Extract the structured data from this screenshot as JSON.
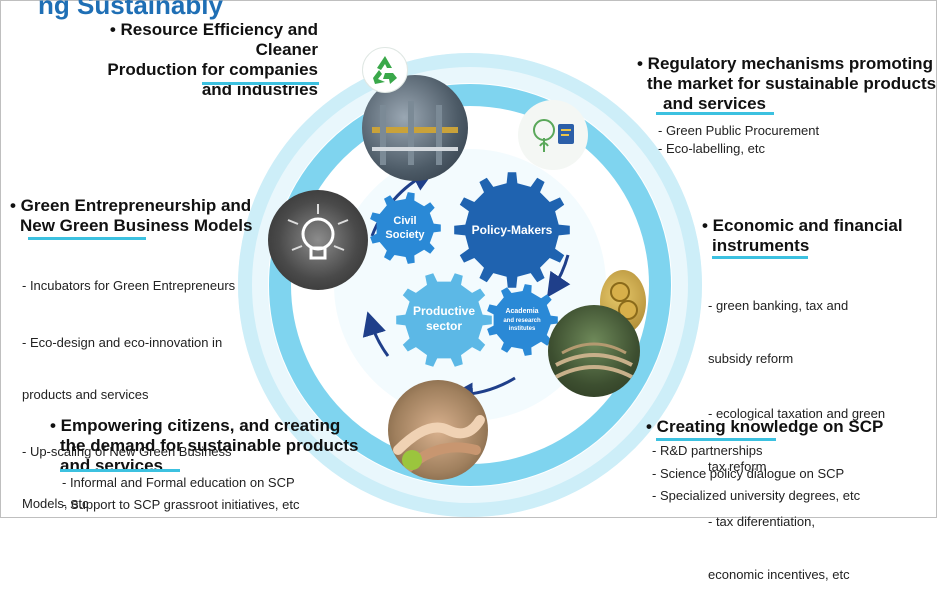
{
  "header": {
    "title_fragment": "ng Sustainably"
  },
  "center": {
    "gears": {
      "civil_society": [
        "Civil",
        "Society"
      ],
      "policy_makers": "Policy-Makers",
      "productive_sector": [
        "Productive",
        "sector"
      ],
      "academia": [
        "Academia",
        "and research",
        "institutes"
      ]
    }
  },
  "blocks": {
    "resource_efficiency": {
      "heading": [
        "• Resource Efficiency and Cleaner",
        "Production for companies",
        "and industries"
      ],
      "items": []
    },
    "regulatory": {
      "heading": [
        "• Regulatory mechanisms promoting",
        "the market  for sustainable products",
        "and services"
      ],
      "items": [
        "- Green Public Procurement",
        "- Eco-labelling, etc"
      ]
    },
    "green_entrepreneurship": {
      "heading": [
        "• Green Entrepreneurship and",
        "New Green Business Models"
      ],
      "items": [
        "- Incubators for Green Entrepreneurs",
        "- Eco-design and eco-innovation in",
        "  products and services",
        "- Up-scaling of New Green Business",
        "  Models, etc"
      ]
    },
    "economic": {
      "heading": [
        "• Economic and financial",
        "instruments"
      ],
      "items": [
        "- green banking, tax and",
        "  subsidy reform",
        "- ecological taxation and green",
        "  tax reform",
        "- tax diferentiation,",
        "  economic incentives, etc"
      ]
    },
    "empowering": {
      "heading": [
        "• Empowering citizens, and creating",
        "the demand for sustainable products",
        "and services"
      ],
      "items": [
        "- Informal and Formal education on SCP",
        "- Support  to SCP grassroot initiatives, etc"
      ]
    },
    "knowledge": {
      "heading": [
        "• Creating knowledge on SCP"
      ],
      "items": [
        "- R&D partnerships",
        "- Science policy dialogue on SCP",
        "- Specialized university degrees, etc"
      ]
    }
  },
  "icons": {
    "recycle": "recycle-icon",
    "lightbulb": "lightbulb-icon",
    "ecolabel": "ecolabel-icon",
    "coins": "coins-icon",
    "hands": "hands-icon",
    "factory": "factory-icon",
    "auditorium": "auditorium-icon"
  },
  "colors": {
    "title": "#1f6fb5",
    "accent_line": "#3cc1e0",
    "outer_ring": "#cdeef8",
    "mid_ring": "#7fd4ef",
    "gear_dark": "#1f63b0",
    "gear_mid": "#2a89d6",
    "gear_light": "#5cb8e6",
    "arrow": "#1f3f8a"
  }
}
